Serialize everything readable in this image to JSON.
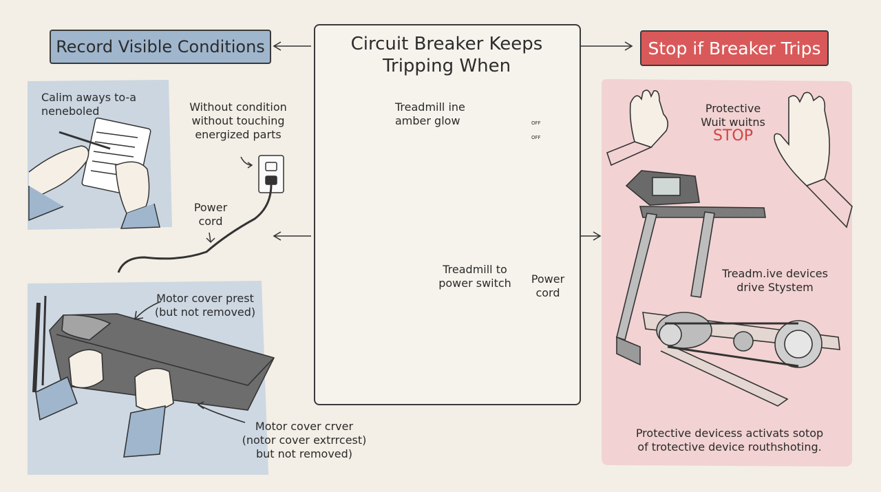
{
  "header_left": "Record Visible Conditions",
  "header_right": "Stop if Breaker Trips",
  "center_title": [
    "Circuit Breaker Keeps",
    "Tripping When"
  ],
  "left": {
    "note": [
      "Calim aways to-a",
      "neneboled"
    ],
    "outlet_note": [
      "Without condition",
      "without touching",
      "energized parts"
    ],
    "cord": [
      "Power",
      "cord"
    ],
    "motor_cover": [
      "Motor cover prest",
      "(but not removed)"
    ],
    "motor_cover_bottom": [
      "Motor cover crver",
      "(notor cover extrrcest)",
      "but not removed)"
    ]
  },
  "center": {
    "glow": [
      "Treadmill ine",
      "amber glow"
    ],
    "switch": [
      "Treadmill to",
      "power switch"
    ],
    "cord": [
      "Power",
      "cord"
    ],
    "breaker_labels": [
      "OFF",
      "OFF"
    ]
  },
  "right": {
    "protective": [
      "Protective",
      "Wuit wuitns"
    ],
    "stop": "STOP",
    "drive": [
      "Treadm.ive devices",
      "drive Stystem"
    ],
    "bottom": [
      "Protective devicess activats sotop",
      "of trotective device routhshoting."
    ]
  },
  "colors": {
    "blue_panel": "#c7d3e0",
    "pink_panel": "#f2d2d2",
    "header_blue": "#9fb6cd",
    "header_red": "#d9595a",
    "amber": "#f0a83a",
    "stop_red": "#d04444"
  }
}
